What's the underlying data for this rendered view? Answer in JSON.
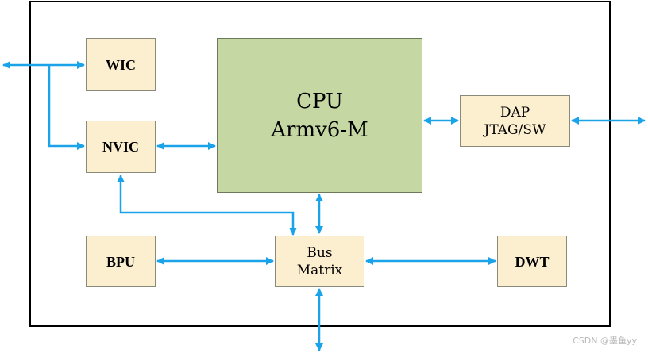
{
  "blocks": {
    "wic": {
      "label": "WIC"
    },
    "nvic": {
      "label": "NVIC"
    },
    "cpu": {
      "line1": "CPU",
      "line2": "Armv6-M"
    },
    "dap": {
      "line1": "DAP",
      "line2": "JTAG/SW"
    },
    "bpu": {
      "label": "BPU"
    },
    "bus": {
      "line1": "Bus",
      "line2": "Matrix"
    },
    "dwt": {
      "label": "DWT"
    }
  },
  "watermark": "CSDN @墨鱼yy",
  "colors": {
    "arrow": "#1aa3e8",
    "cpu_fill": "#c5d8a4",
    "block_fill": "#fcefd0",
    "frame": "#000000"
  }
}
